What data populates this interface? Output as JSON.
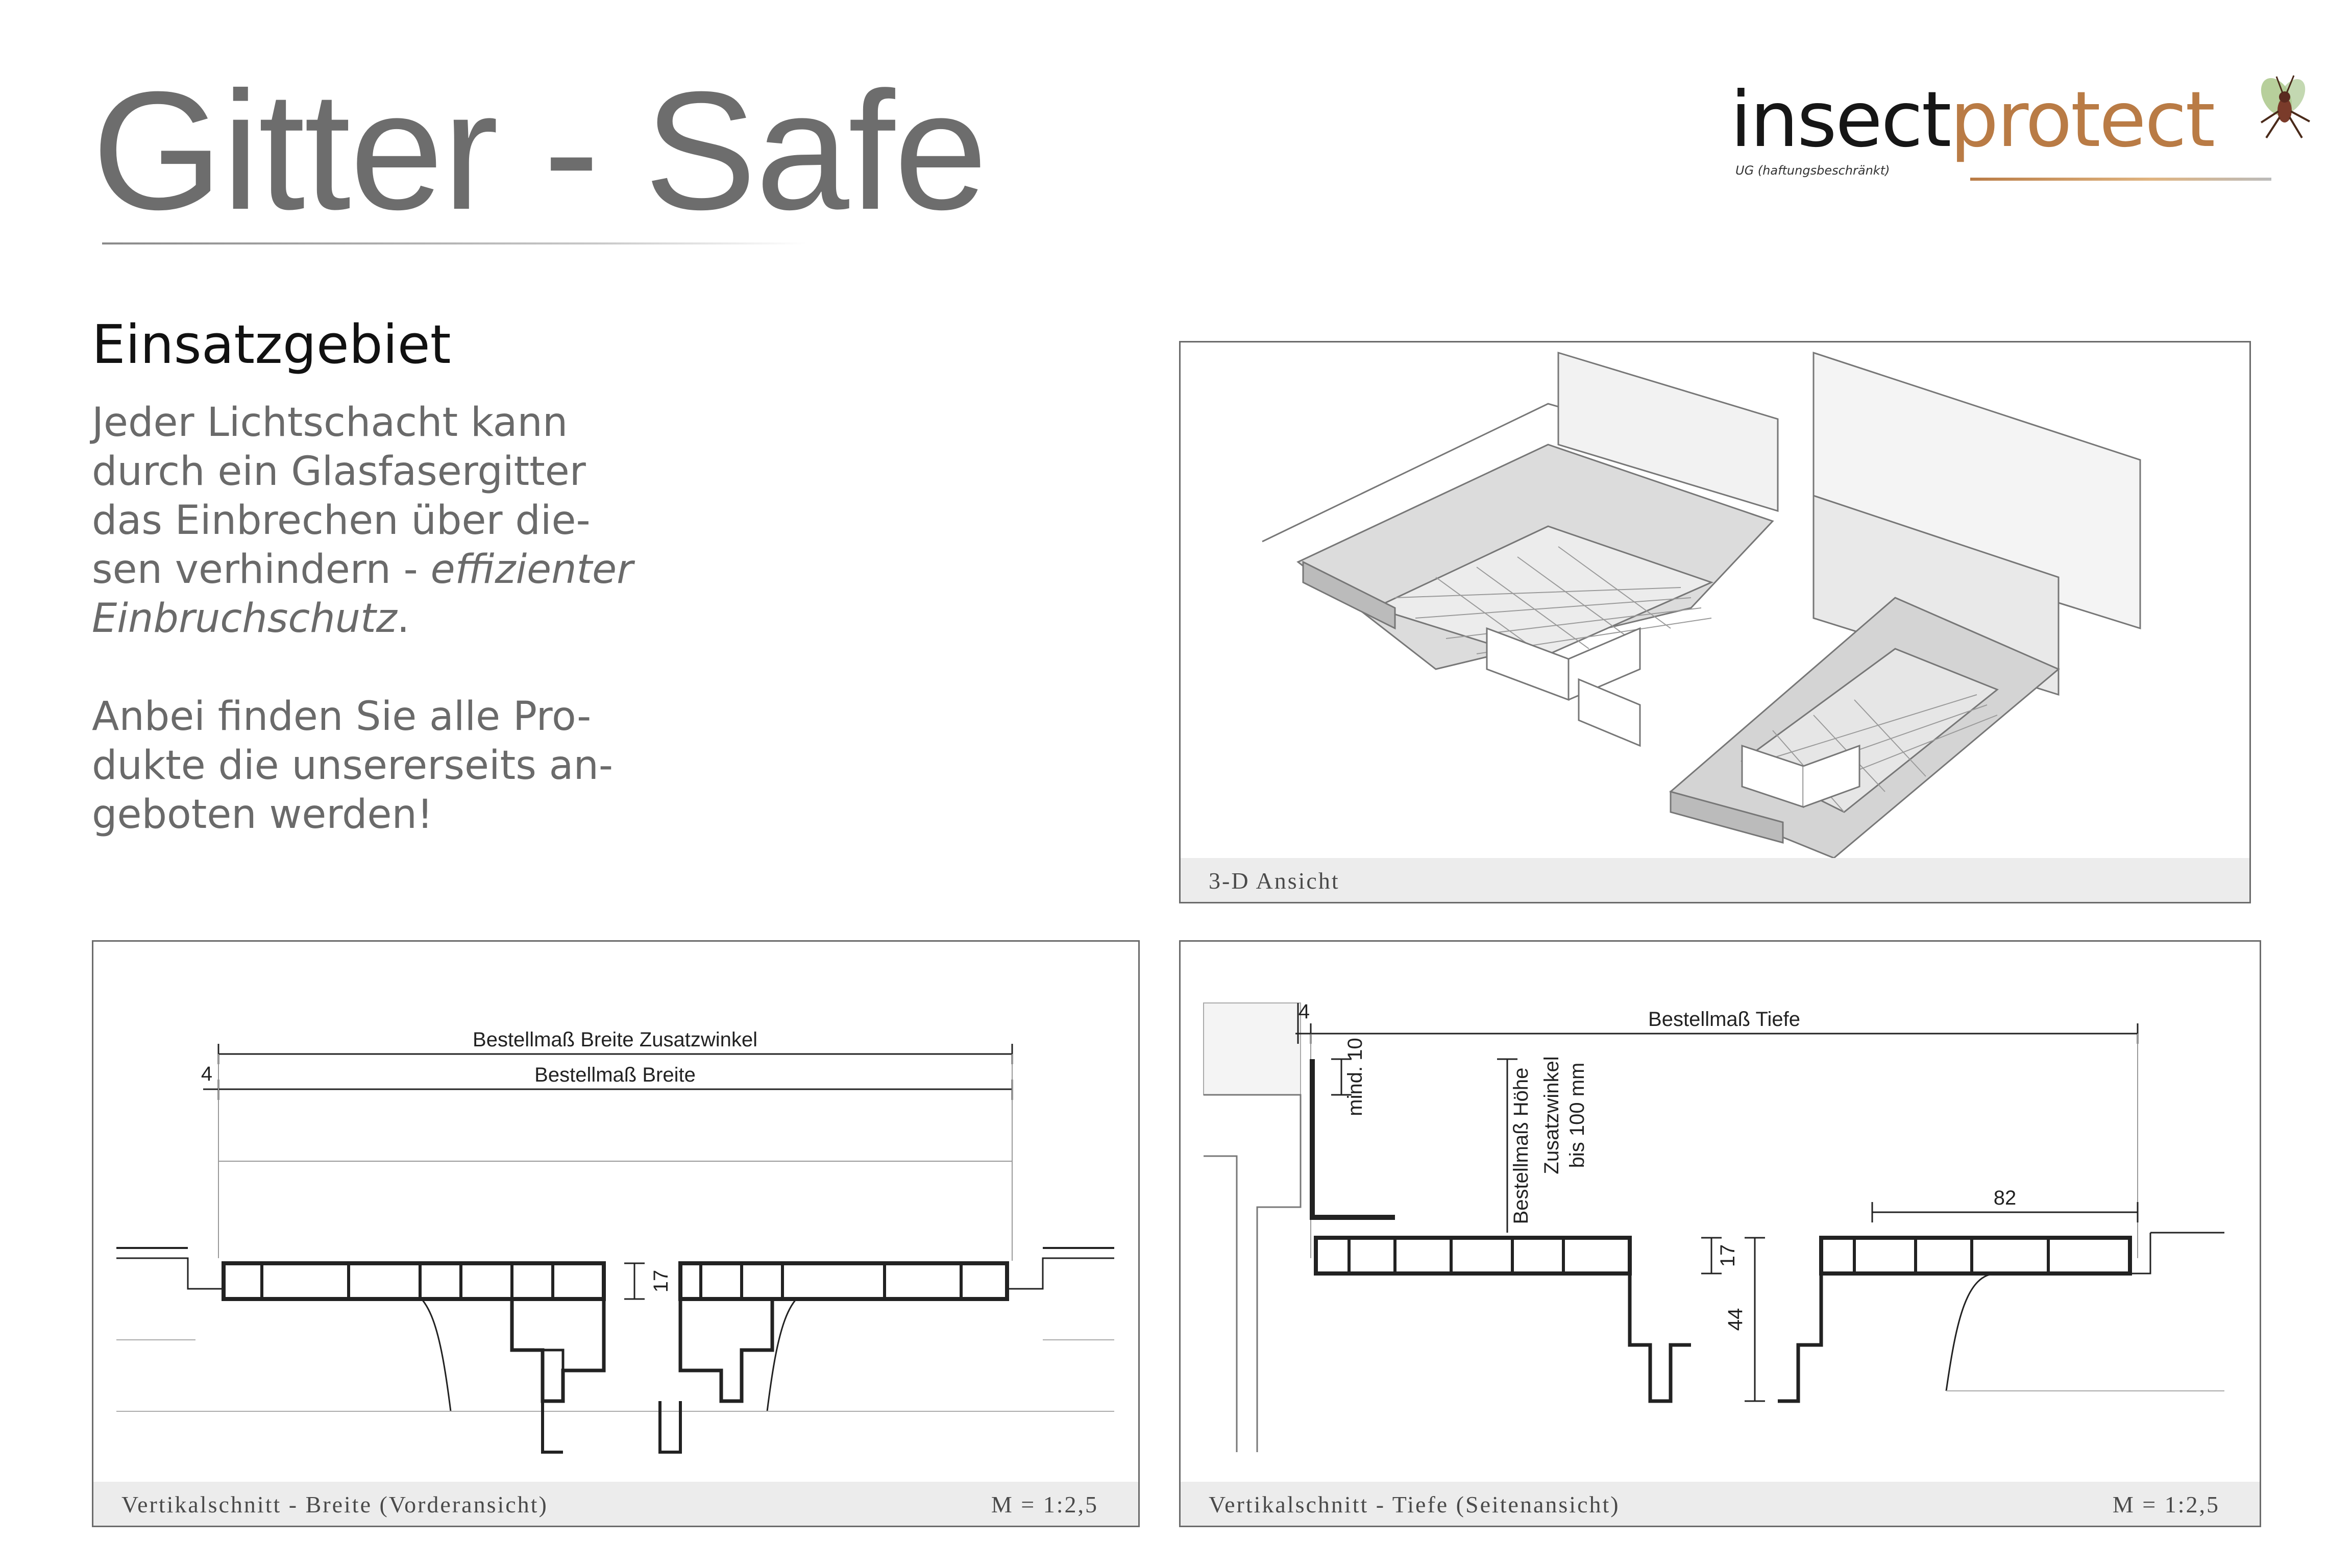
{
  "header": {
    "title": "Gitter - Safe",
    "logo_word_1": "insect",
    "logo_word_2": "protect",
    "logo_subtitle": "UG (haftungsbeschränkt)"
  },
  "intro": {
    "heading": "Einsatzgebiet",
    "p1_lines": [
      "Jeder Lichtschacht kann",
      "durch ein Glasfasergitter",
      "das Einbrechen über die-",
      "sen verhindern - "
    ],
    "p1_italic": "effizienter",
    "p1_italic_2": "Einbruchschutz",
    "p1_end": ".",
    "p2_lines": [
      "Anbei finden Sie alle Pro-",
      "dukte die unsererseits an-",
      "geboten werden!"
    ]
  },
  "panels": {
    "view3d": {
      "caption": "3-D Ansicht"
    },
    "breite": {
      "caption": "Vertikalschnitt - Breite (Vorderansicht)",
      "scale": "M = 1:2,5",
      "dim_total": "Bestellmaß Breite Zusatzwinkel",
      "dim_breite": "Bestellmaß Breite",
      "dim_4": "4",
      "dim_17": "17"
    },
    "tiefe": {
      "caption": "Vertikalschnitt - Tiefe (Seitenansicht)",
      "scale": "M = 1:2,5",
      "dim_tiefe": "Bestellmaß Tiefe",
      "dim_4": "4",
      "dim_mind": "mind. 10",
      "dim_hoehe": "Bestellmaß Höhe",
      "dim_zusatz_1": "Zusatzwinkel",
      "dim_zusatz_2": "bis 100 mm",
      "dim_82": "82",
      "dim_17": "17",
      "dim_44": "44"
    }
  },
  "colors": {
    "title": "#6d6d6d",
    "brand_copper": "#b97b45",
    "frame": "#6b6b6b",
    "caption_bg": "#ececec"
  }
}
